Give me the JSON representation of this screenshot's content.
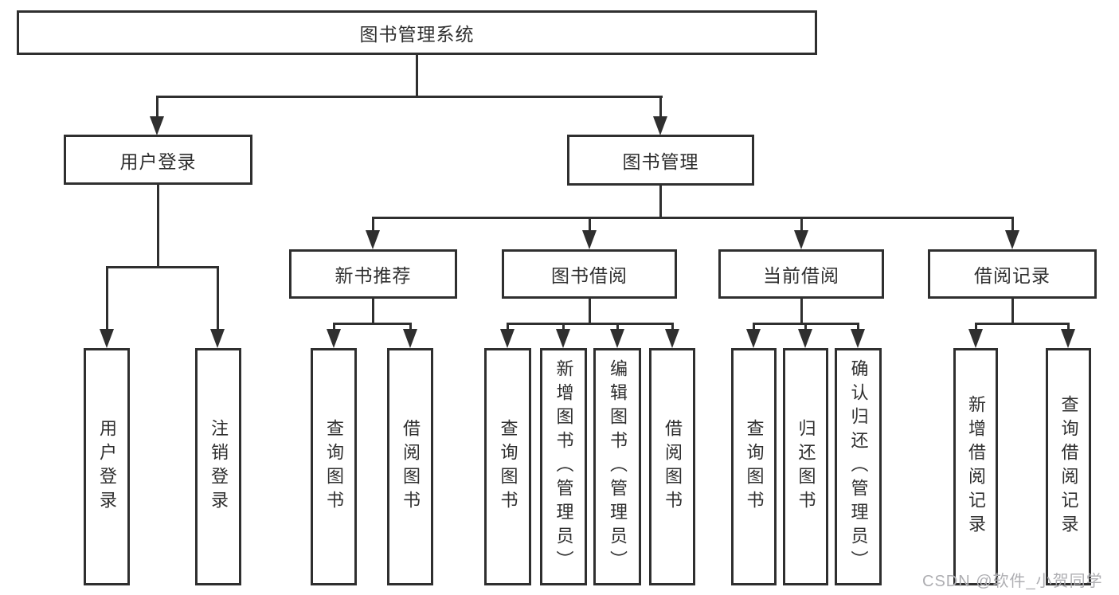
{
  "diagram_title": "图书管理系统",
  "tree": {
    "root": {
      "label": "图书管理系统"
    },
    "branches": [
      {
        "label": "用户登录",
        "children": [
          {
            "label": "用户登录"
          },
          {
            "label": "注销登录"
          }
        ]
      },
      {
        "label": "图书管理",
        "children": [
          {
            "label": "新书推荐",
            "children": [
              {
                "label": "查询图书"
              },
              {
                "label": "借阅图书"
              }
            ]
          },
          {
            "label": "图书借阅",
            "children": [
              {
                "label": "查询图书"
              },
              {
                "label": "新增图书（管理员）"
              },
              {
                "label": "编辑图书（管理员）"
              },
              {
                "label": "借阅图书"
              }
            ]
          },
          {
            "label": "当前借阅",
            "children": [
              {
                "label": "查询图书"
              },
              {
                "label": "归还图书"
              },
              {
                "label": "确认归还（管理员）"
              }
            ]
          },
          {
            "label": "借阅记录",
            "children": [
              {
                "label": "新增借阅记录"
              },
              {
                "label": "查询借阅记录"
              }
            ]
          }
        ]
      }
    ]
  },
  "watermark": "CSDN @软件_小贺同学",
  "colors": {
    "line": "#2f2f2f",
    "text": "#2f2f2f",
    "box_background": "#ffffff",
    "watermark": "#aeaeb2",
    "background": "#ffffff"
  }
}
